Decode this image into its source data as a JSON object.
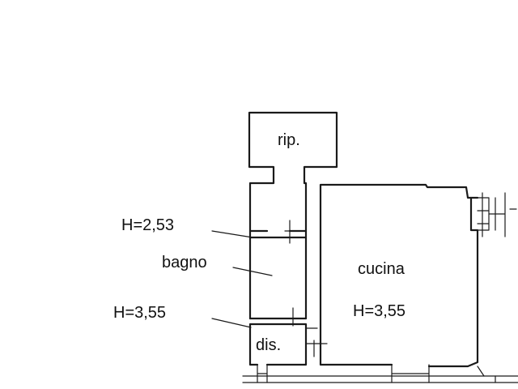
{
  "rooms": {
    "ripostiglio": {
      "label": "rip."
    },
    "bagno": {
      "label": "bagno"
    },
    "disimpegno": {
      "label": "dis."
    },
    "cucina": {
      "label": "cucina",
      "height": "H=3,55"
    }
  },
  "height_annotations": {
    "bagno": "H=2,53",
    "disimpegno": "H=3,55"
  }
}
